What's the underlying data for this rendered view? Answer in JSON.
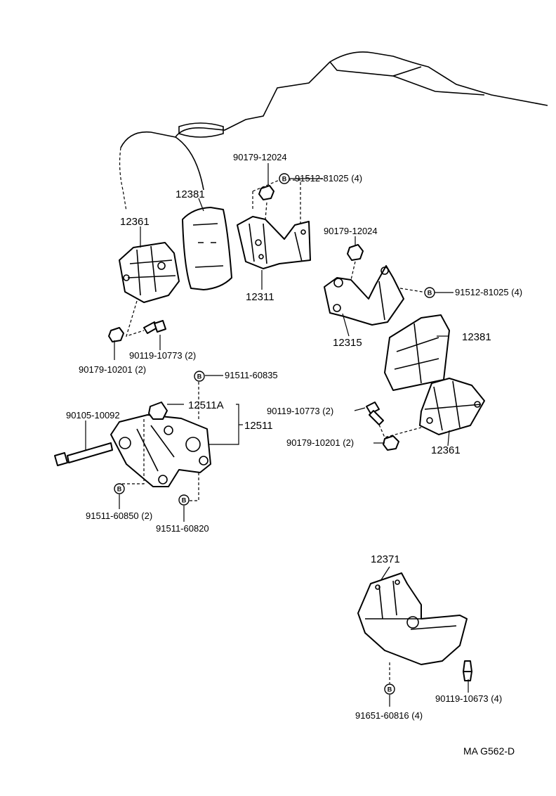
{
  "footer_code": "MA  G562-D",
  "badge_letter": "B",
  "labels": {
    "p90179_12024_a": "90179-12024",
    "p91512_81025_a": "91512-81025 (4)",
    "p12381_a": "12381",
    "p12361_a": "12361",
    "p12311": "12311",
    "p90179_12024_b": "90179-12024",
    "p91512_81025_b": "91512-81025 (4)",
    "p12315": "12315",
    "p12381_b": "12381",
    "p90119_10773_a": "90119-10773 (2)",
    "p90179_10201_a": "90179-10201 (2)",
    "p91511_60835": "91511-60835",
    "p90105_10092": "90105-10092",
    "p12511a": "12511A",
    "p12511": "12511",
    "p90119_10773_b": "90119-10773 (2)",
    "p90179_10201_b": "90179-10201 (2)",
    "p12361_b": "12361",
    "p91511_60850": "91511-60850 (2)",
    "p91511_60820": "91511-60820",
    "p12371": "12371",
    "p90119_10673": "90119-10673 (4)",
    "p91651_60816": "91651-60816 (4)"
  }
}
